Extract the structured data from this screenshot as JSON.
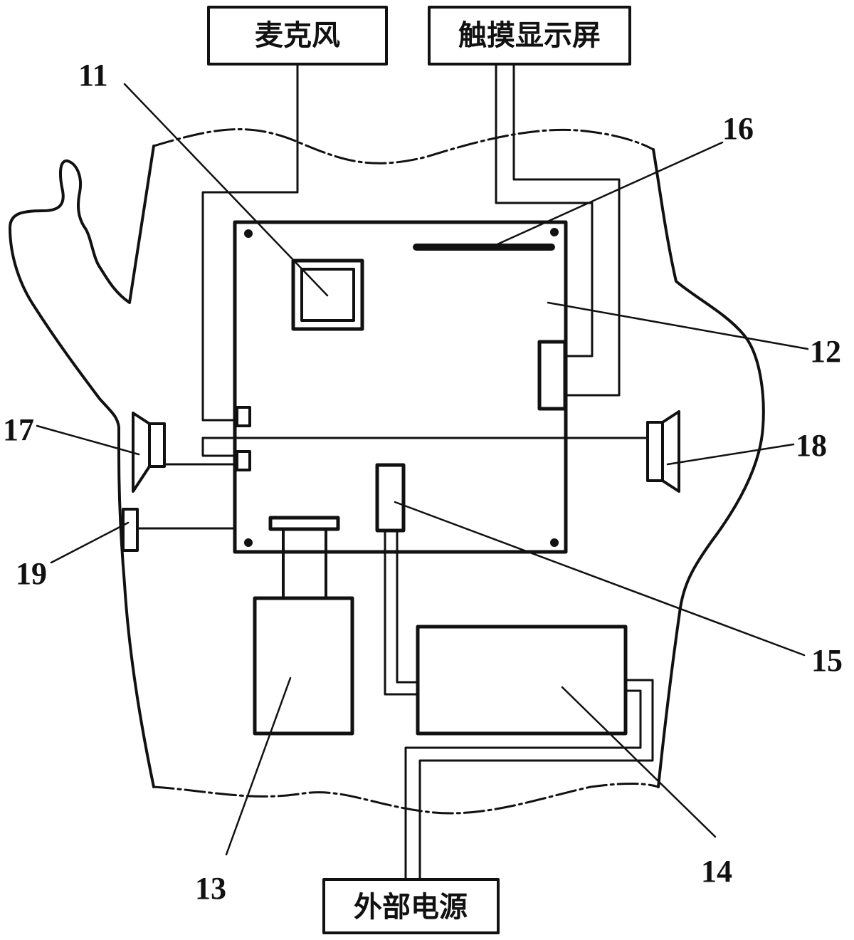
{
  "boxes": {
    "microphone": "麦克风",
    "touch_display": "触摸显示屏",
    "external_power": "外部电源"
  },
  "labels": {
    "l11": "11",
    "l12": "12",
    "l13": "13",
    "l14": "14",
    "l15": "15",
    "l16": "16",
    "l17": "17",
    "l18": "18",
    "l19": "19"
  }
}
